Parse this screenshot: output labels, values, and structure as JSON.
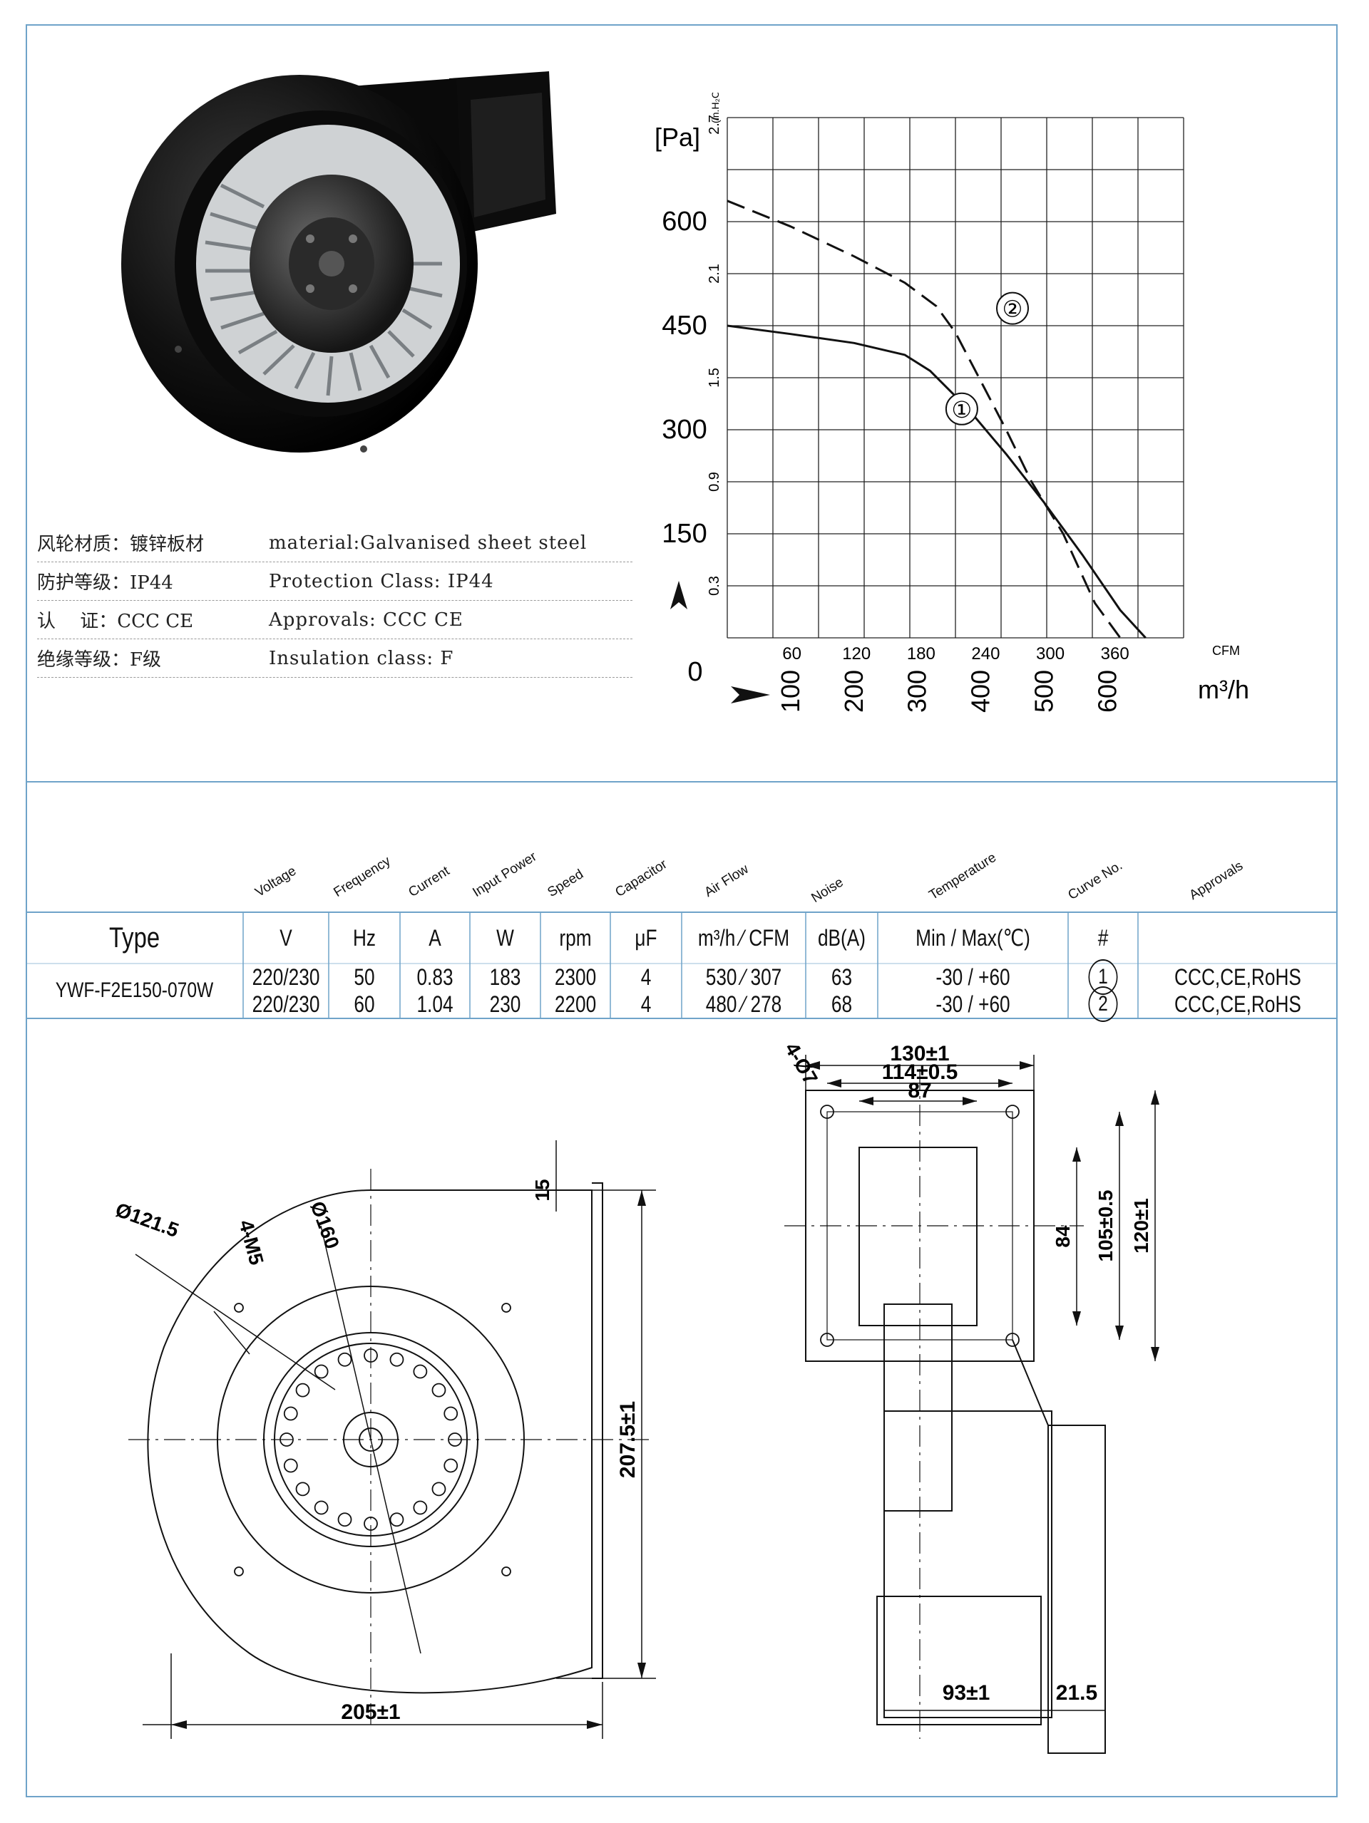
{
  "chart_data": {
    "type": "line",
    "ylabel_unit": "[Pa]",
    "ylabel_unit_inh2o": "(in.H₂O)",
    "y_ticks_pa": [
      "600",
      "450",
      "300",
      "150",
      "0"
    ],
    "y_ticks_inh2o": [
      "2.7",
      "2.1",
      "1.5",
      "0.9",
      "0.3"
    ],
    "x_ticks_cfm": [
      "60",
      "120",
      "180",
      "240",
      "300",
      "360"
    ],
    "x_unit_cfm": "CFM",
    "x_ticks_m3h": [
      "100",
      "200",
      "300",
      "400",
      "500",
      "600"
    ],
    "x_unit_m3h": "m³/h",
    "xlim_m3h": [
      0,
      720
    ],
    "ylim_pa": [
      0,
      750
    ],
    "grid": true,
    "series": [
      {
        "name": "①",
        "style": "solid",
        "x": [
          0,
          100,
          200,
          280,
          320,
          380,
          440,
          500,
          560,
          620,
          660
        ],
        "y": [
          450,
          438,
          425,
          408,
          385,
          330,
          265,
          195,
          120,
          40,
          0
        ]
      },
      {
        "name": "②",
        "style": "dashed",
        "x": [
          0,
          100,
          200,
          280,
          330,
          360,
          400,
          440,
          480,
          530,
          580,
          620
        ],
        "y": [
          630,
          593,
          550,
          512,
          478,
          440,
          370,
          300,
          225,
          150,
          50,
          0
        ]
      }
    ]
  },
  "specs": [
    {
      "cn": "风轮材质：镀锌板材",
      "en": "material:Galvanised sheet steel"
    },
    {
      "cn": "防护等级：IP44",
      "en": "Protection Class: IP44"
    },
    {
      "cn": "认　 证：CCC CE",
      "en": "Approvals: CCC  CE"
    },
    {
      "cn": "绝缘等级：F级",
      "en": "Insulation class: F"
    }
  ],
  "table": {
    "headers": [
      "Voltage",
      "Frequency",
      "Current",
      "Input Power",
      "Speed",
      "Capacitor",
      "Air Flow",
      "Noise",
      "Temperature",
      "Curve No.",
      "Approvals"
    ],
    "type_label": "Type",
    "units": [
      "V",
      "Hz",
      "A",
      "W",
      "rpm",
      "μF",
      "m³/h ⁄ CFM",
      "dB(A)",
      "Min / Max(℃)",
      "#",
      ""
    ],
    "model": "YWF-F2E150-070W",
    "rows": [
      {
        "voltage": "220/230",
        "frequency": "50",
        "current": "0.83",
        "power": "183",
        "speed": "2300",
        "capacitor": "4",
        "airflow": "530 ⁄ 307",
        "noise": "63",
        "temperature": "-30 / +60",
        "curve": "1",
        "approvals": "CCC,CE,RoHS"
      },
      {
        "voltage": "220/230",
        "frequency": "60",
        "current": "1.04",
        "power": "230",
        "speed": "2200",
        "capacitor": "4",
        "airflow": "480 ⁄ 278",
        "noise": "68",
        "temperature": "-30 / +60",
        "curve": "2",
        "approvals": "CCC,CE,RoHS"
      }
    ]
  },
  "drawing": {
    "front": {
      "d121": "Ø121.5",
      "d160": "Ø160",
      "holes": "4-M5",
      "h15": "15",
      "h207": "207.5±1",
      "w205": "205±1"
    },
    "side": {
      "w130": "130±1",
      "w114": "114±0.5",
      "w87": "87",
      "holes": "4-Ø7",
      "h84": "84",
      "h105": "105±0.5",
      "h120": "120±1",
      "w93": "93±1",
      "w21": "21.5"
    }
  },
  "colors": {
    "frame": "#6fa3c9",
    "ink": "#111111",
    "grid": "#222222"
  }
}
